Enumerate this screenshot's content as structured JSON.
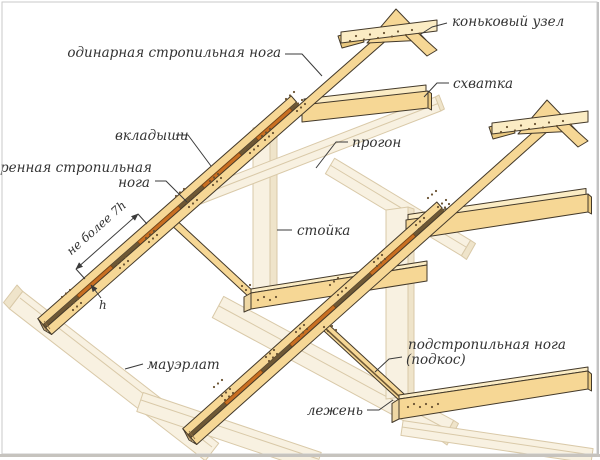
{
  "figure": {
    "type": "technical-diagram",
    "subject": "roof rafter system (axonometric construction drawing)",
    "labels": {
      "ridge_node": "коньковый узел",
      "single_rafter_leg": "одинарная стропильная нога",
      "tie": "схватка",
      "inserts": "вкладыши",
      "purlin": "прогон",
      "paired_rafter_leg_line1": "спаренная стропильная",
      "paired_rafter_leg_line2": "нога",
      "post": "стойка",
      "mauerlat": "мауэрлат",
      "sub_rafter_leg_line1": "подстропильная нога",
      "sub_rafter_leg_line2": "(подкос)",
      "sleeper": "лежень",
      "dim_spacing": "не более 7h",
      "dim_height": "h"
    },
    "colors": {
      "background": "#ffffff",
      "wood_face": "#f6d795",
      "wood_light": "#fbecc4",
      "wood_side": "#e9c87f",
      "wood_outline": "#43392a",
      "spacer_orange": "#c96f22",
      "faded_fill": "#f8f1e1",
      "faded_outline": "#d9c9a8",
      "nail_dot": "#6b5433",
      "label_text": "#333333",
      "frame_border": "#c6c6c6"
    }
  }
}
